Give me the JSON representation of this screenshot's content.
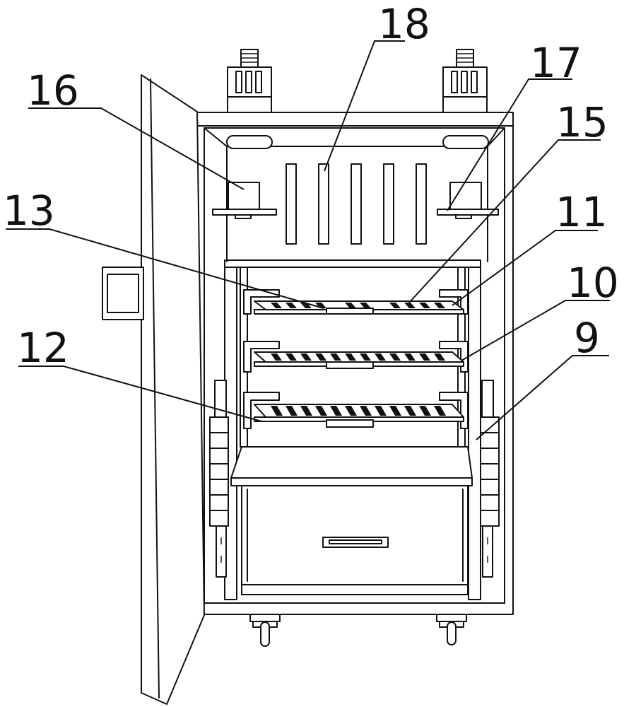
{
  "figure": {
    "type": "patent-drawing",
    "subject": "cabinet with open door, trays, drawer and casters",
    "labels": [
      {
        "id": "label-18",
        "text": "18"
      },
      {
        "id": "label-17",
        "text": "17"
      },
      {
        "id": "label-16",
        "text": "16"
      },
      {
        "id": "label-15",
        "text": "15"
      },
      {
        "id": "label-13",
        "text": "13"
      },
      {
        "id": "label-11",
        "text": "11"
      },
      {
        "id": "label-10",
        "text": "10"
      },
      {
        "id": "label-12",
        "text": "12"
      },
      {
        "id": "label-9",
        "text": "9"
      }
    ]
  }
}
